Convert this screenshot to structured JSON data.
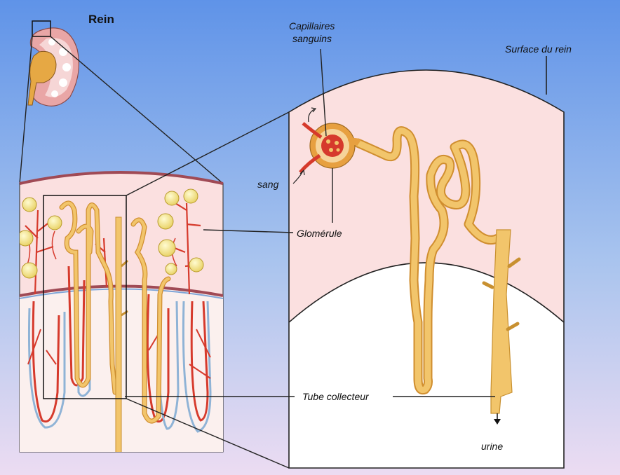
{
  "title": "Rein",
  "labels": {
    "capillaires_line1": "Capillaires",
    "capillaires_line2": "sanguins",
    "surface": "Surface du rein",
    "sang": "sang",
    "glomerule": "Glomérule",
    "tube": "Tube collecteur",
    "urine": "urine"
  },
  "colors": {
    "background_top": "#5f93e8",
    "background_bottom": "#eadcf2",
    "cortex": "#fbe0e0",
    "medulla": "#ffffff",
    "tubule": "#f2c56b",
    "tubule_outline": "#d08e2f",
    "artery": "#d63a2c",
    "vein": "#8fb3d6",
    "glomerulus": "#f3e58a",
    "capsule": "#e7a040"
  }
}
